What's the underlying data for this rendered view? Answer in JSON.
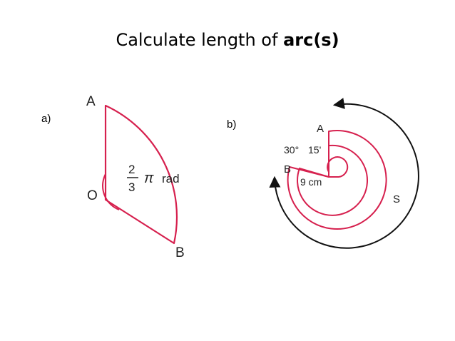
{
  "title": {
    "text": "Calculate length of ",
    "emphasis": "arc(s)"
  },
  "part_a": {
    "label": "a)",
    "point_a": "A",
    "point_o": "O",
    "point_b": "B",
    "angle_numerator": "2",
    "angle_denominator": "3",
    "angle_pi": "π",
    "angle_unit": "rad"
  },
  "part_b": {
    "label": "b)",
    "point_a": "A",
    "point_b": "B",
    "angle_degrees": "30°",
    "angle_minutes": "15'",
    "radius_label": "9 cm",
    "arc_label": "S"
  },
  "colors": {
    "sector": "#d6204e",
    "arrow": "#111111",
    "text": "#222222"
  }
}
